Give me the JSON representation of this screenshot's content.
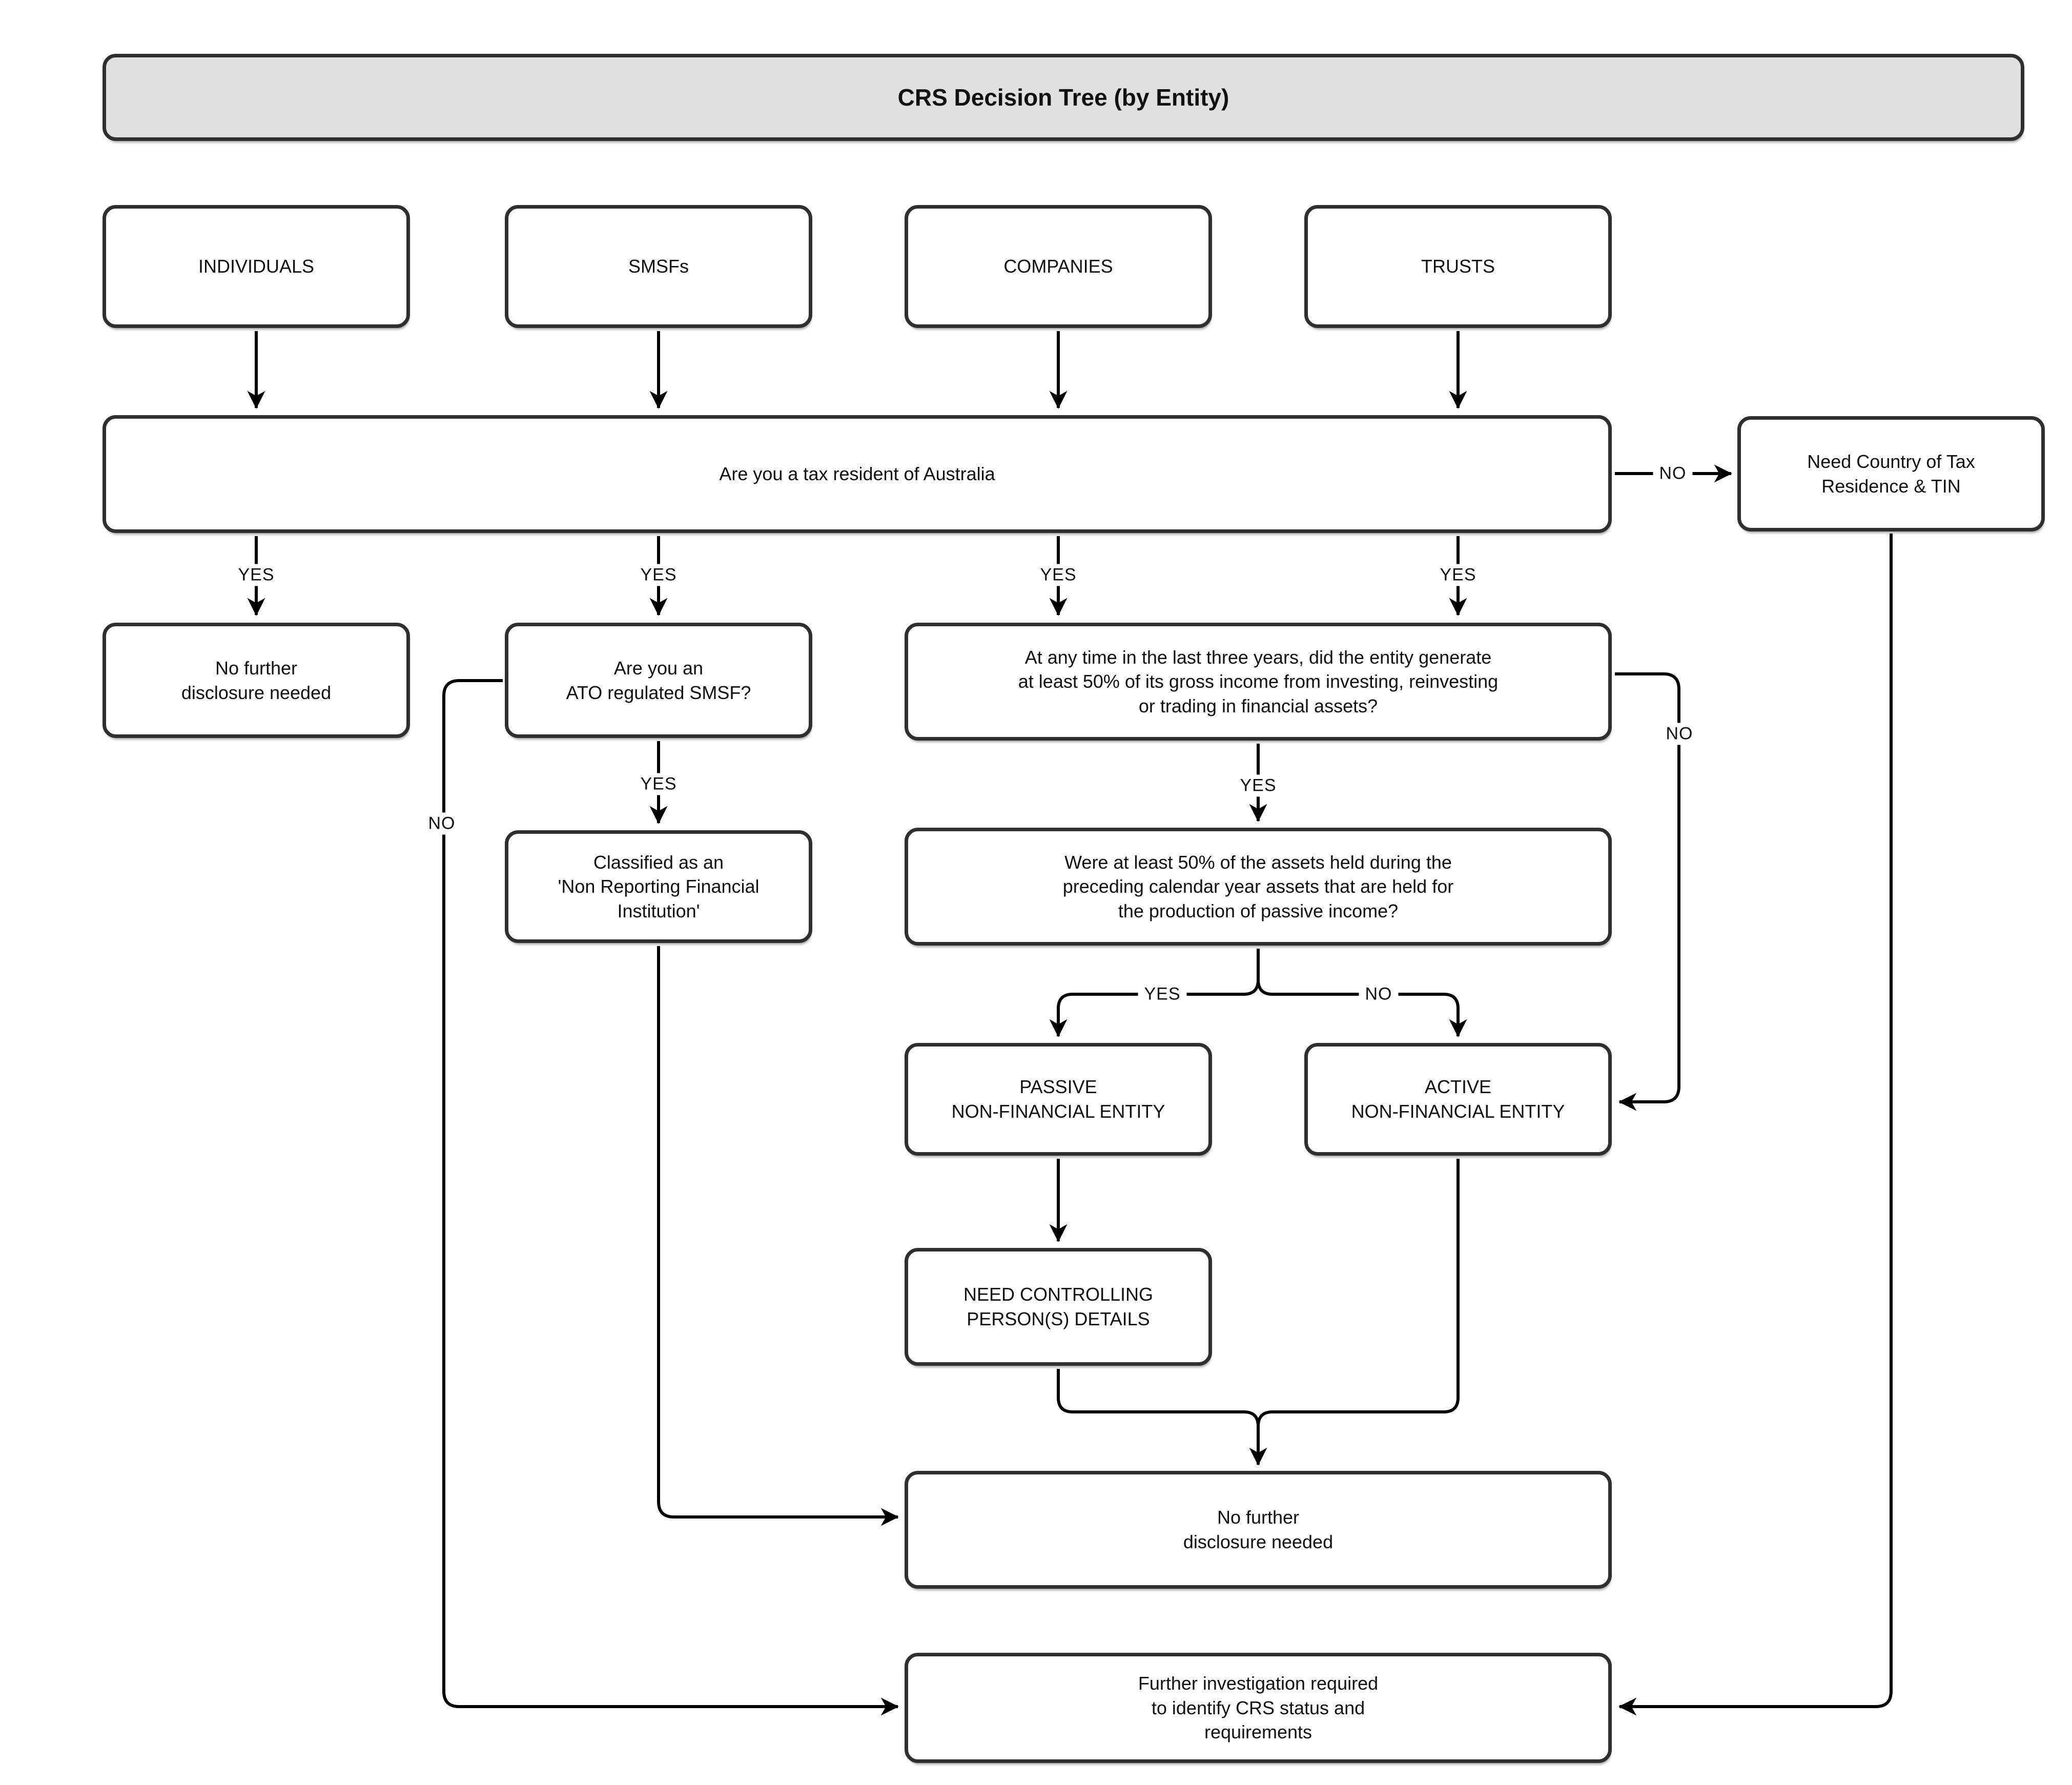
{
  "title": "CRS Decision Tree (by Entity)",
  "edge_labels": {
    "yes": "YES",
    "no": "NO"
  },
  "nodes": {
    "individuals": "INDIVIDUALS",
    "smsfs": "SMSFs",
    "companies": "COMPANIES",
    "trusts": "TRUSTS",
    "tax_resident": "Are you a tax resident of Australia",
    "need_country": "Need Country of Tax\nResidence & TIN",
    "no_further_left": "No further\ndisclosure needed",
    "ato_smsf": "Are you an\nATO regulated SMSF?",
    "income_question": "At any time in the last three years, did the entity generate\nat least 50% of its gross income from investing, reinvesting\nor trading in financial assets?",
    "classified_nrfi": "Classified as an\n'Non Reporting Financial\nInstitution'",
    "assets_question": "Were at least 50% of the assets held during the\npreceding calendar year assets that are held for\nthe production of passive income?",
    "passive_nfe": "PASSIVE\nNON-FINANCIAL ENTITY",
    "active_nfe": "ACTIVE\nNON-FINANCIAL ENTITY",
    "need_controlling": "NEED CONTROLLING\nPERSON(S) DETAILS",
    "no_further_bottom": "No further\ndisclosure needed",
    "further_investigation": "Further investigation required\nto identify CRS status and\nrequirements"
  },
  "colors": {
    "title_fill": "#e0e0e0",
    "box_fill": "#ffffff",
    "box_border": "#2f2f2f",
    "line": "#000000",
    "text": "#111111"
  }
}
